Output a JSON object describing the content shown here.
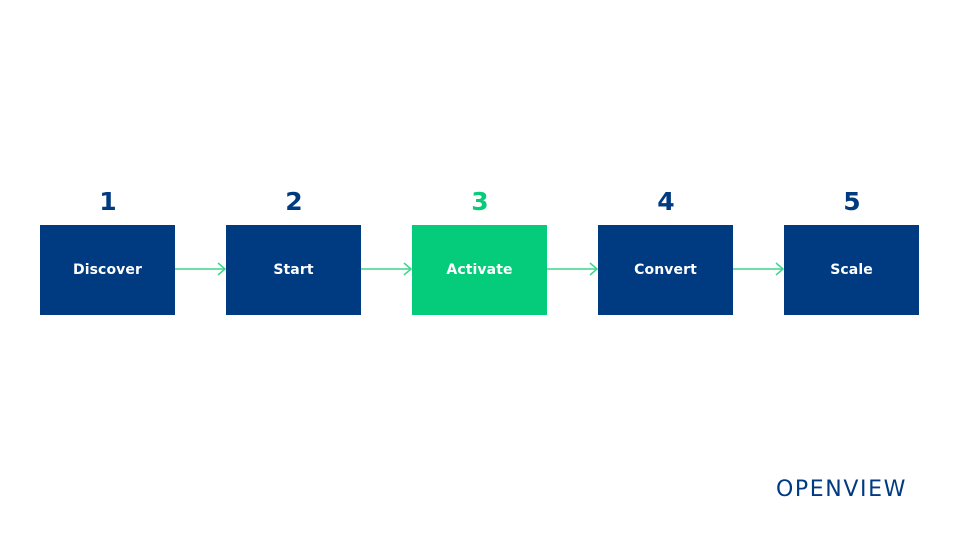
{
  "steps": [
    {
      "number": "1",
      "label": "Discover",
      "active": false
    },
    {
      "number": "2",
      "label": "Start",
      "active": false
    },
    {
      "number": "3",
      "label": "Activate",
      "active": true
    },
    {
      "number": "4",
      "label": "Convert",
      "active": false
    },
    {
      "number": "5",
      "label": "Scale",
      "active": false
    }
  ],
  "logo": "OPENVIEW",
  "colors": {
    "primary": "#003a80",
    "accent": "#05cc7a",
    "arrow": "#3dd68c"
  }
}
